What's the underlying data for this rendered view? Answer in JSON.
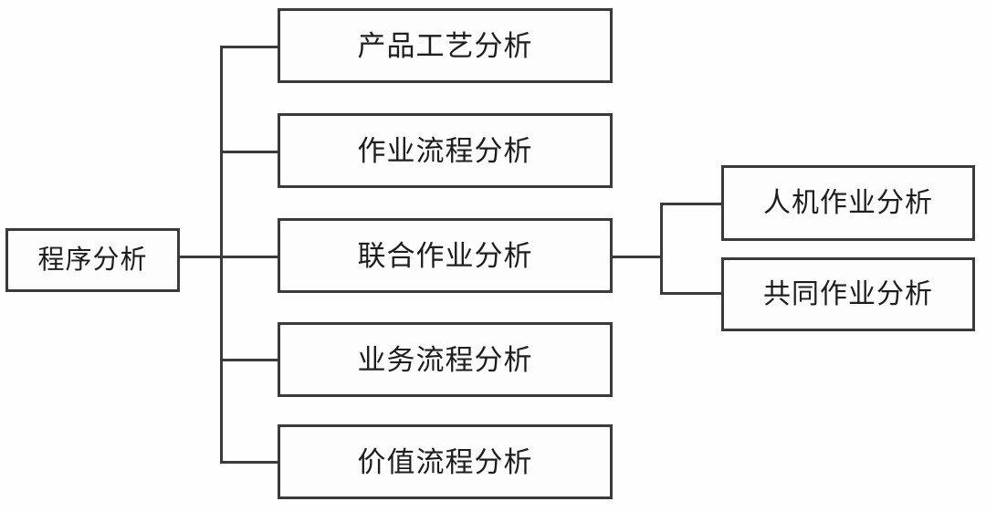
{
  "diagram": {
    "title": "程序分析",
    "type": "tree-hierarchy-diagram",
    "colors": {
      "border": "#3b3b3b",
      "line": "#3b3b3b",
      "background": "#fefefe",
      "box_fill": "#fdfdfd",
      "text": "#1d1d1d"
    },
    "root": {
      "label": "程序分析"
    },
    "level2": [
      {
        "label": "产品工艺分析"
      },
      {
        "label": "作业流程分析"
      },
      {
        "label": "联合作业分析"
      },
      {
        "label": "业务流程分析"
      },
      {
        "label": "价值流程分析"
      }
    ],
    "level3": [
      {
        "label": "人机作业分析",
        "parent": "联合作业分析"
      },
      {
        "label": "共同作业分析",
        "parent": "联合作业分析"
      }
    ]
  }
}
